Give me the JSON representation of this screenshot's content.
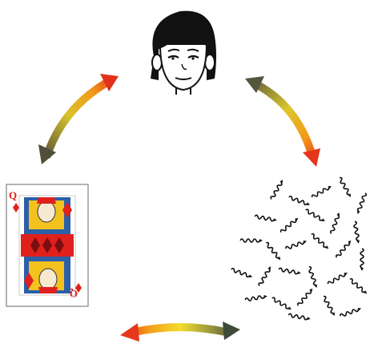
{
  "diagram": {
    "nodes": [
      {
        "id": "face",
        "icon": "face-icon"
      },
      {
        "id": "card",
        "icon": "playing-card-icon"
      },
      {
        "id": "particles",
        "icon": "random-squiggles-icon"
      }
    ],
    "arrows": [
      {
        "from": "card",
        "to": "face",
        "icon": "double-arrow-icon"
      },
      {
        "from": "face",
        "to": "particles",
        "icon": "double-arrow-icon"
      },
      {
        "from": "card",
        "to": "particles",
        "icon": "double-arrow-icon"
      }
    ],
    "card": {
      "rank_top": "Q",
      "rank_bottom": "Q",
      "suit_color": "#e0201c"
    },
    "colors": {
      "arrow_red": "#e4331b",
      "arrow_orange": "#f39c1a",
      "arrow_yellow": "#f2d22a",
      "arrow_olive": "#5b5a3c"
    }
  }
}
